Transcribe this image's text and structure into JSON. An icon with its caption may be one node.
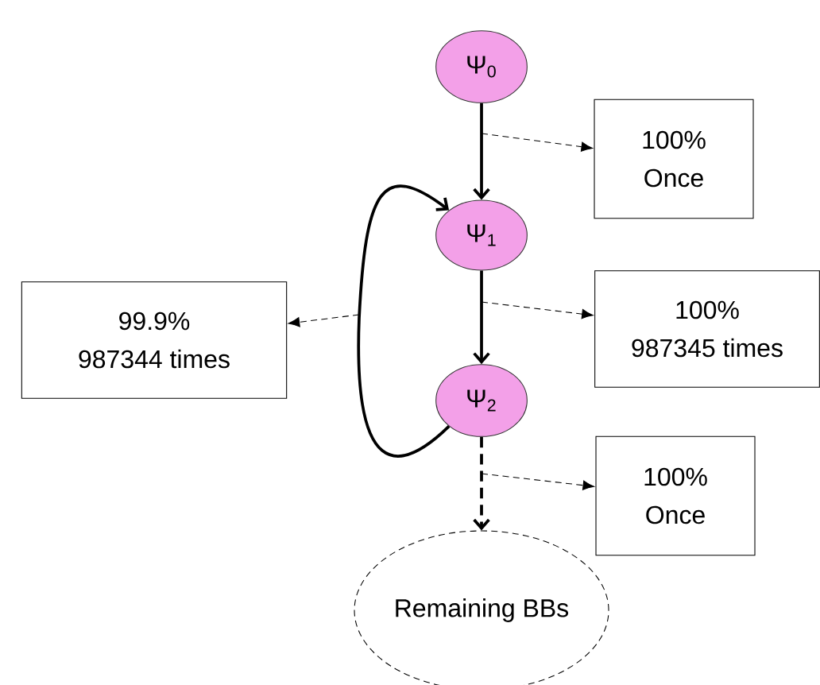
{
  "diagram": {
    "nodes": [
      {
        "text": [
          "Ψ$_{0}$"
        ]
      },
      {
        "text": [
          "Ψ$_{1}$"
        ]
      },
      {
        "text": [
          "Ψ$_{2}$"
        ]
      },
      {
        "text": [
          "Remaining BBs"
        ]
      },
      {
        "text": [
          "100%",
          "Once"
        ]
      },
      {
        "text": [
          "99.9%",
          "987344 times"
        ]
      },
      {
        "text": [
          "100%",
          "987345 times"
        ]
      },
      {
        "text": [
          "100%",
          "Once"
        ]
      }
    ],
    "edges": [
      {
        "from": 0,
        "to": 1,
        "arrow": "to"
      },
      {
        "from": 1,
        "to": 2,
        "arrow": "to"
      },
      {
        "from": 2,
        "to": 1,
        "arrow": "to"
      },
      {
        "from": 2,
        "to": 3,
        "arrow": "to",
        "style": "dashed"
      },
      {
        "from": null,
        "to": 4,
        "arrow": "to",
        "style": "dashed"
      },
      {
        "from": null,
        "to": 5,
        "arrow": "to",
        "style": "dashed"
      },
      {
        "from": null,
        "to": 6,
        "arrow": "to",
        "style": "dashed"
      },
      {
        "from": null,
        "to": 7,
        "arrow": "to",
        "style": "dashed"
      }
    ]
  }
}
